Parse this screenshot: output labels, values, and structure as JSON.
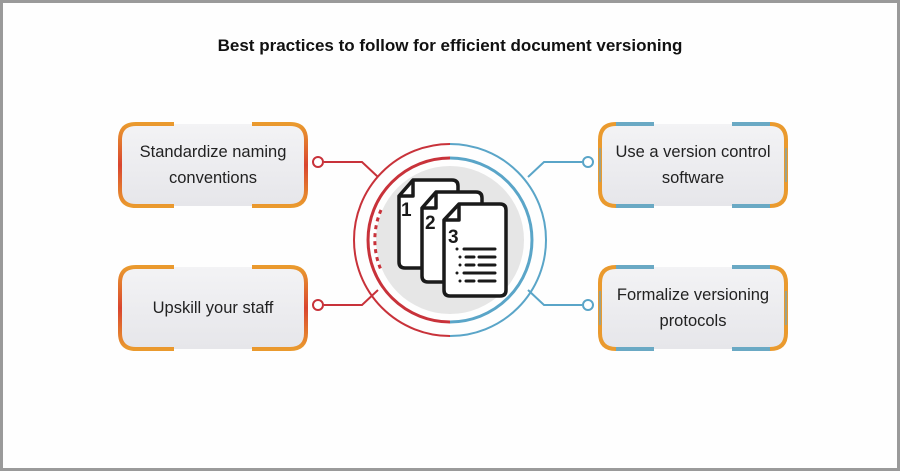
{
  "title": "Best practices to follow for efficient document versioning",
  "colors": {
    "left_accent": "#c8323a",
    "right_accent": "#5aa5c8",
    "orange": "#ea9a2e",
    "frame_border": "#9a9a9a",
    "box_fill": "#ebebee",
    "circle_fill": "#e6e6e6"
  },
  "center": {
    "icon": "stacked-numbered-documents-icon",
    "doc_numbers": [
      "1",
      "2",
      "3"
    ]
  },
  "practices": {
    "left": [
      {
        "label": "Standardize naming conventions"
      },
      {
        "label": "Upskill your staff"
      }
    ],
    "right": [
      {
        "label": "Use a version control software"
      },
      {
        "label": "Formalize versioning protocols"
      }
    ]
  }
}
